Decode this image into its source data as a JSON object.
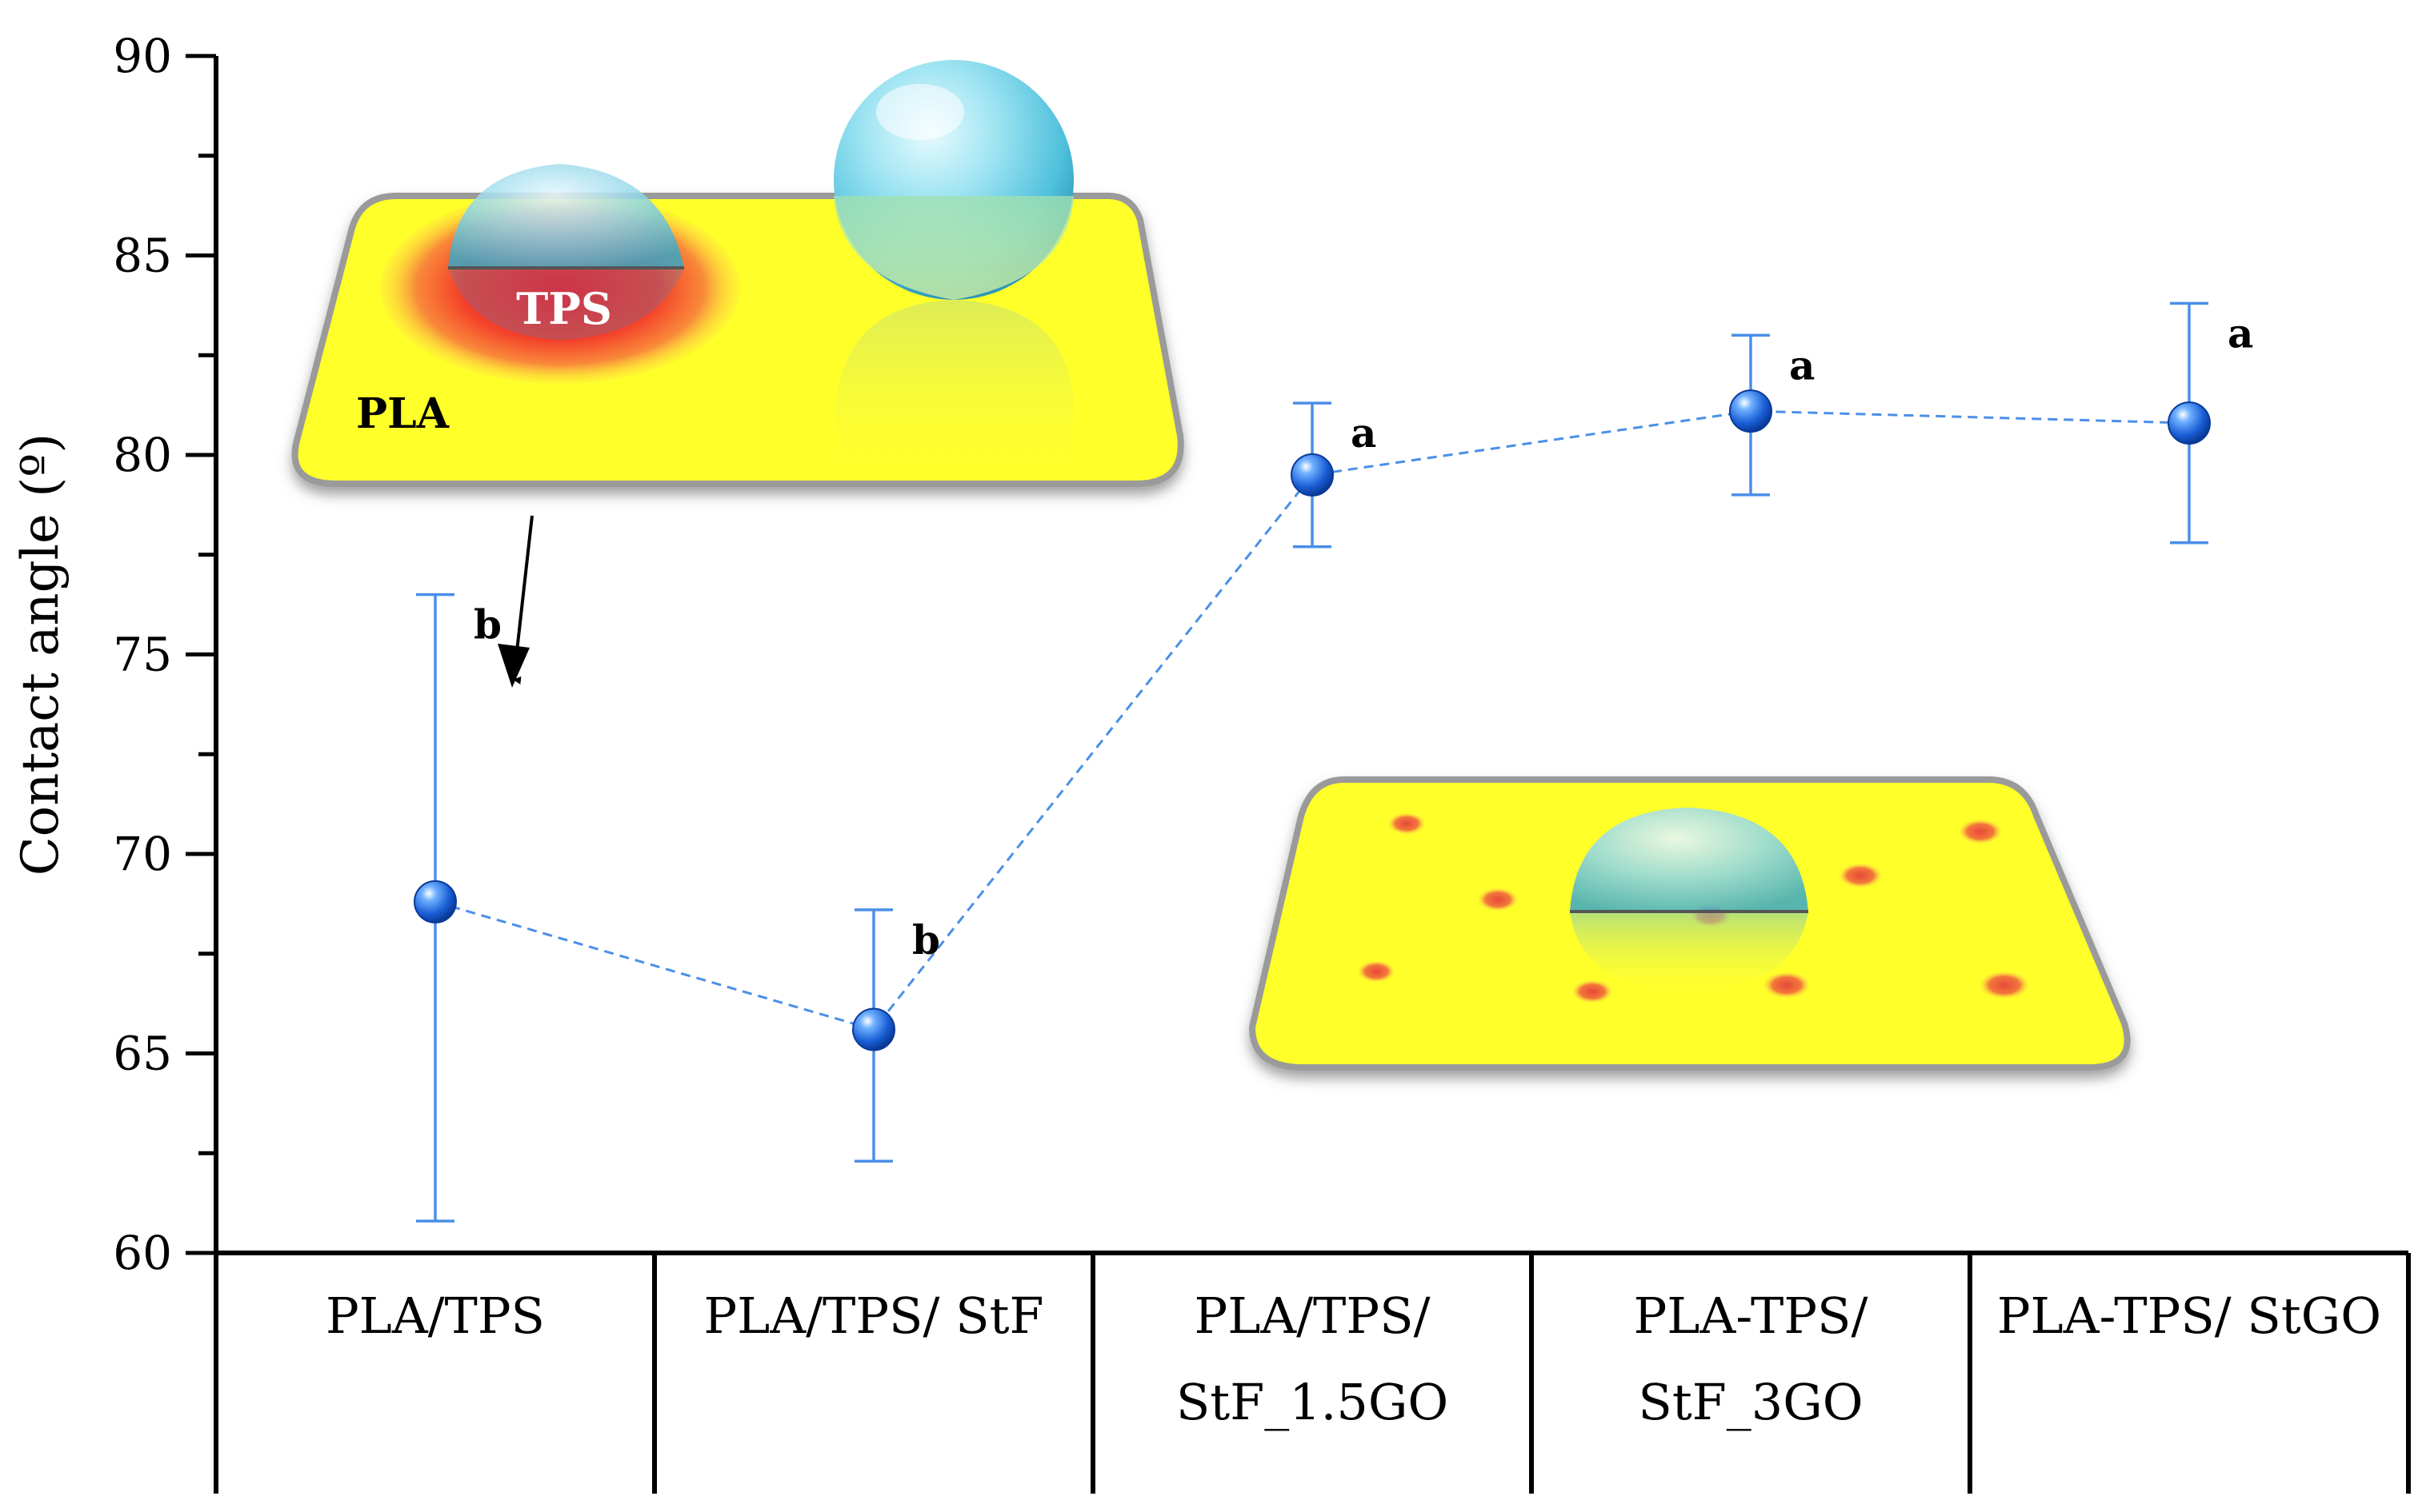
{
  "chart_data": {
    "type": "scatter",
    "ylabel": "Contact angle (º)",
    "ylim": [
      60,
      90
    ],
    "yticks": [
      60,
      65,
      70,
      75,
      80,
      85,
      90
    ],
    "categories": [
      [
        "PLA/TPS"
      ],
      [
        "PLA/TPS/ StF"
      ],
      [
        "PLA/TPS/",
        "StF_1.5GO"
      ],
      [
        "PLA-TPS/",
        "StF_3GO"
      ],
      [
        "PLA-TPS/ StGO"
      ]
    ],
    "values": [
      68.8,
      65.6,
      79.5,
      81.1,
      80.8
    ],
    "error_low": [
      60.8,
      62.3,
      77.7,
      79.0,
      77.8
    ],
    "error_high": [
      76.5,
      68.6,
      81.3,
      83.0,
      83.8
    ],
    "significance": [
      "b",
      "b",
      "a",
      "a",
      "a"
    ],
    "grid": false,
    "marker_color": "#1f6fe0",
    "errorbar_color": "#4a8fe8",
    "line_color": "#4a8fe8",
    "line_style": "dashed"
  },
  "insets": {
    "top": {
      "labels": [
        "TPS",
        "PLA"
      ]
    },
    "bottom": {
      "labels": []
    },
    "surface_color": "#ffff2a",
    "tps_color": "#f03a2a"
  }
}
